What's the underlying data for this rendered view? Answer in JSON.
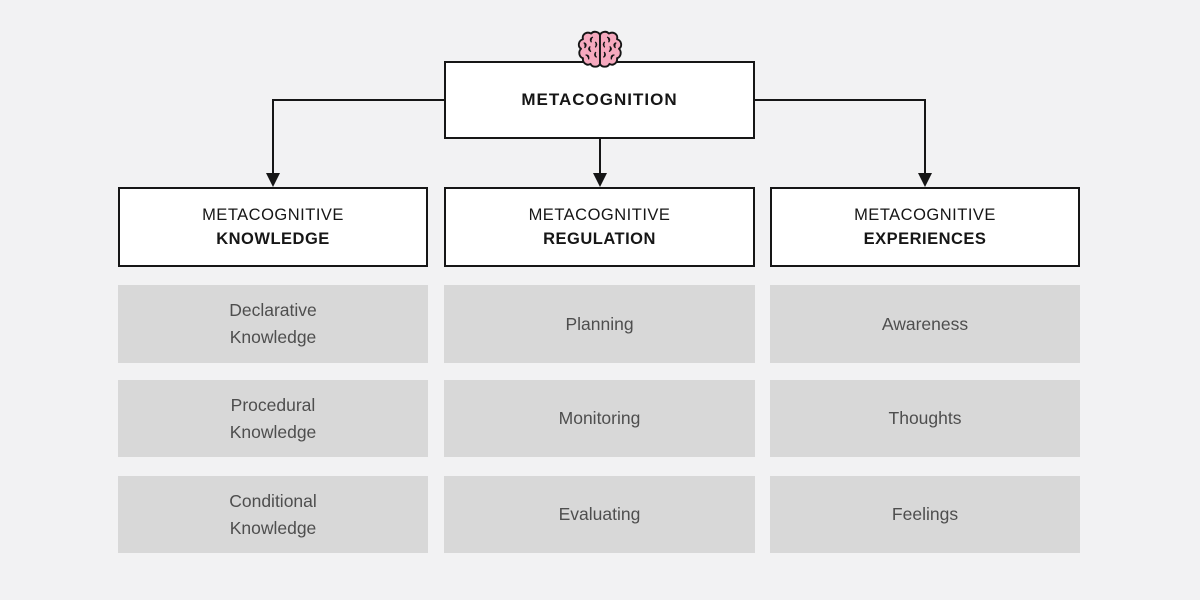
{
  "root": {
    "title": "METACOGNITION"
  },
  "columns": [
    {
      "heading_line1": "METACOGNITIVE",
      "heading_line2": "KNOWLEDGE",
      "items": [
        {
          "line1": "Declarative",
          "line2": "Knowledge"
        },
        {
          "line1": "Procedural",
          "line2": "Knowledge"
        },
        {
          "line1": "Conditional",
          "line2": "Knowledge"
        }
      ]
    },
    {
      "heading_line1": "METACOGNITIVE",
      "heading_line2": "REGULATION",
      "items": [
        {
          "line1": "Planning",
          "line2": ""
        },
        {
          "line1": "Monitoring",
          "line2": ""
        },
        {
          "line1": "Evaluating",
          "line2": ""
        }
      ]
    },
    {
      "heading_line1": "METACOGNITIVE",
      "heading_line2": "EXPERIENCES",
      "items": [
        {
          "line1": "Awareness",
          "line2": ""
        },
        {
          "line1": "Thoughts",
          "line2": ""
        },
        {
          "line1": "Feelings",
          "line2": ""
        }
      ]
    }
  ],
  "icons": {
    "brain": "brain-icon"
  },
  "colors": {
    "bg": "#f2f2f3",
    "white": "#ffffff",
    "line": "#161616",
    "heading": "#161616",
    "panel": "#d8d8d8",
    "muted": "#4e4e4e",
    "brain-fill": "#f6a9be"
  }
}
